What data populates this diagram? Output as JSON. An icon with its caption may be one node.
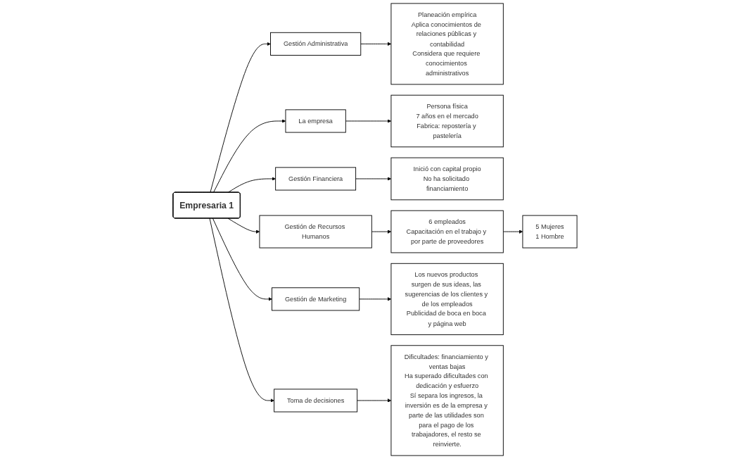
{
  "diagram": {
    "nodes": [
      {
        "text": [
          "Empresaria 1"
        ]
      },
      {
        "text": [
          "Gestión Administrativa"
        ]
      },
      {
        "text": [
          "Planeación empírica",
          "Aplica conocimientos de relaciones públicas y contabilidad",
          "Considera que requiere conocimientos administrativos"
        ]
      },
      {
        "text": [
          "La empresa"
        ]
      },
      {
        "text": [
          "Persona física",
          "7 años en el mercado",
          "Fabrica: repostería y pastelería"
        ]
      },
      {
        "text": [
          "Gestión Financiera"
        ]
      },
      {
        "text": [
          "Inició con capital propio",
          "No ha solicitado financiamiento"
        ]
      },
      {
        "text": [
          "Gestión de Recursos Humanos"
        ]
      },
      {
        "text": [
          "6 empleados",
          "Capacitación en el trabajo y por parte de proveedores"
        ]
      },
      {
        "text": [
          "5 Mujeres",
          "1 Hombre"
        ]
      },
      {
        "text": [
          "Gestión de Marketing"
        ]
      },
      {
        "text": [
          "Los nuevos productos surgen de sus ideas, las sugerencias de los clientes y de los empleados",
          "Publicidad de boca en boca y página web"
        ]
      },
      {
        "text": [
          "Toma de decisiones"
        ]
      },
      {
        "text": [
          "Dificultades: financiamiento y ventas bajas",
          "Ha superado dificultades con dedicación y esfuerzo",
          "Sí separa los ingresos, la inversión es de la empresa y parte de las utilidades son para el pago de los trabajadores, el resto se reinvierte."
        ]
      }
    ],
    "edges": [
      {
        "from": 0,
        "to": 1,
        "arrow": "to"
      },
      {
        "from": 1,
        "to": 2,
        "arrow": "to"
      },
      {
        "from": 0,
        "to": 3,
        "arrow": "to"
      },
      {
        "from": 3,
        "to": 4,
        "arrow": "to"
      },
      {
        "from": 0,
        "to": 5,
        "arrow": "to"
      },
      {
        "from": 5,
        "to": 6,
        "arrow": "to"
      },
      {
        "from": 0,
        "to": 7,
        "arrow": "to"
      },
      {
        "from": 7,
        "to": 8,
        "arrow": "to"
      },
      {
        "from": 8,
        "to": 9,
        "arrow": "to"
      },
      {
        "from": 0,
        "to": 10,
        "arrow": "to"
      },
      {
        "from": 10,
        "to": 11,
        "arrow": "to"
      },
      {
        "from": 0,
        "to": 12,
        "arrow": "to"
      },
      {
        "from": 12,
        "to": 13,
        "arrow": "to"
      }
    ]
  }
}
